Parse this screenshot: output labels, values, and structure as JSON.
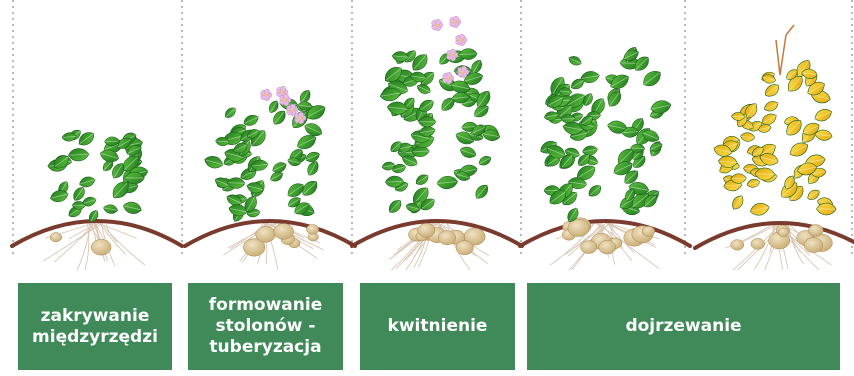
{
  "colors": {
    "stage_box": "#3f8a58",
    "leaf_green": "#2f9a2a",
    "leaf_yellow": "#f2c418",
    "soil": "#7a3b2e",
    "flower": "#e9b8e6",
    "tuber": "#d6bf8f"
  },
  "stages": [
    {
      "label": "zakrywanie\nmiędzyrzędzi"
    },
    {
      "label": "formowanie\nstolonów -\ntuberyzacja"
    },
    {
      "label": "kwitnienie"
    },
    {
      "label": "dojrzewanie"
    }
  ]
}
